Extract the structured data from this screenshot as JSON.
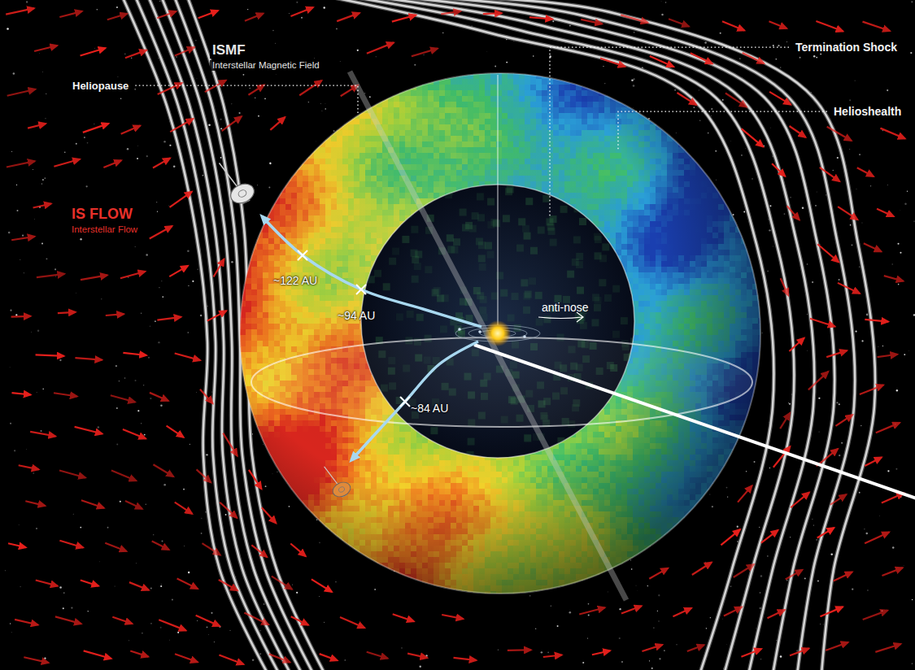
{
  "diagram": {
    "labels": [
      "ISMF",
      "Interstellar Magnetic Field",
      "Heliopause",
      "Termination Shock",
      "Helioshealth",
      "IS FLOW",
      "Interstellar Flow",
      "~122 AU",
      "~94 AU",
      "~84 AU",
      "anti-nose"
    ]
  }
}
